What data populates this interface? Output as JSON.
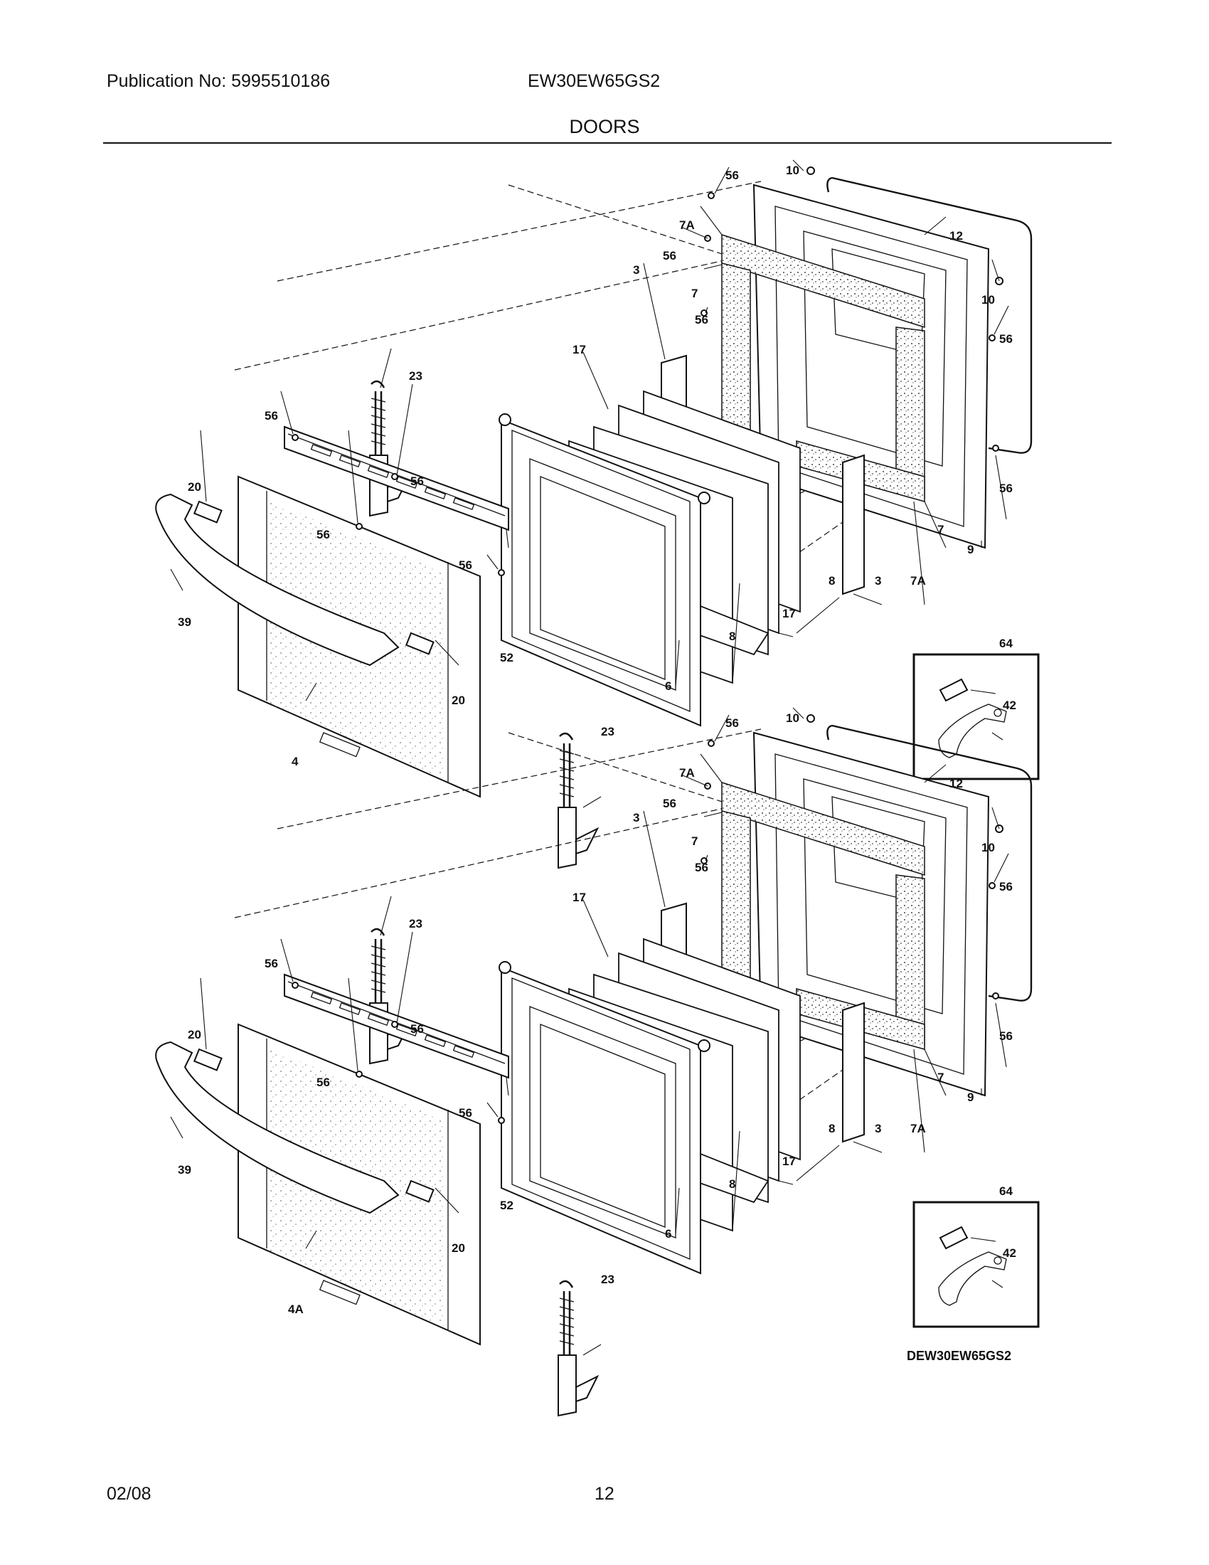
{
  "header": {
    "publication": "Publication No: 5995510186",
    "model": "EW30EW65GS2",
    "section": "DOORS"
  },
  "footer": {
    "date": "02/08",
    "page": "12"
  },
  "diagram_id": "DEW30EW65GS2",
  "upper_door": {
    "callouts": [
      "56",
      "10",
      "7A",
      "12",
      "56",
      "3",
      "7",
      "56",
      "10",
      "56",
      "17",
      "23",
      "56",
      "56",
      "20",
      "56",
      "56",
      "39",
      "52",
      "20",
      "4",
      "6",
      "8",
      "8",
      "3",
      "7A",
      "17",
      "9",
      "7",
      "56",
      "23"
    ],
    "inset_callouts": [
      "64",
      "42"
    ]
  },
  "lower_door": {
    "callouts": [
      "56",
      "10",
      "7A",
      "12",
      "56",
      "3",
      "7",
      "56",
      "10",
      "56",
      "17",
      "23",
      "56",
      "56",
      "20",
      "56",
      "56",
      "39",
      "52",
      "20",
      "4A",
      "6",
      "8",
      "8",
      "3",
      "7A",
      "17",
      "9",
      "7",
      "56",
      "23"
    ],
    "inset_callouts": [
      "64",
      "42"
    ]
  }
}
